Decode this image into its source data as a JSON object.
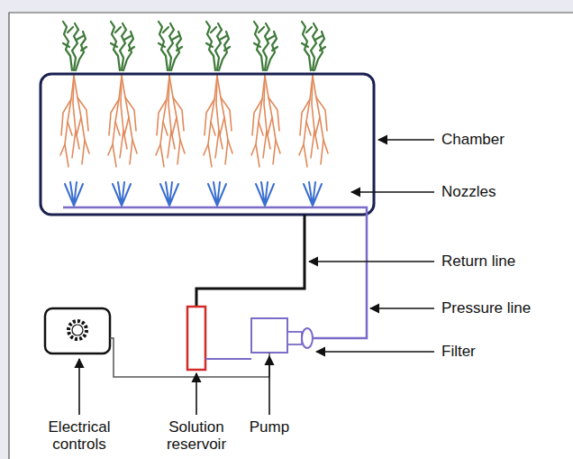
{
  "diagram": {
    "labels": [
      "Chamber",
      "Nozzles",
      "Return line",
      "Pressure line",
      "Filter",
      "Electrical controls",
      "Solution reservoir",
      "Pump"
    ]
  }
}
